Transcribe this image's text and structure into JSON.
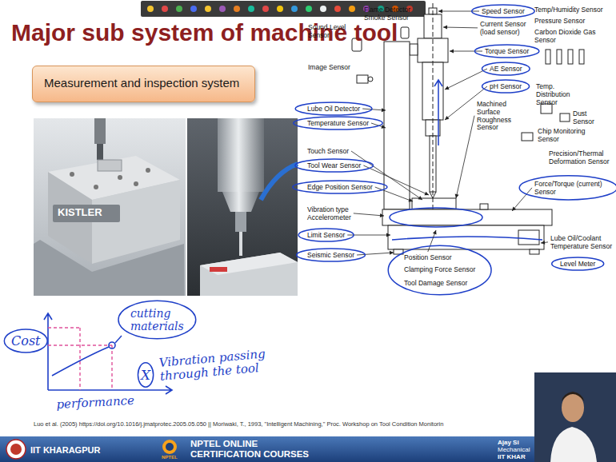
{
  "diagram": {
    "title": "Major sub system of machine tool",
    "nodes": [
      {
        "text": [
          "Measurement and inspection system"
        ]
      }
    ],
    "labels": [
      "Flame Detector Smoke Sensor",
      "Speed Sensor",
      "Temp/Humidity Sensor",
      "Sound Level Sensor",
      "Current Sensor (load sensor)",
      "Pressure Sensor",
      "Carbon Dioxide Gas Sensor",
      "Torque Sensor",
      "Image Sensor",
      "AE Sensor",
      "Temp. Distribution Sensor",
      "Lube Oil Detector",
      "pH Sensor",
      "Temperature Sensor",
      "Dust Sensor",
      "Machined Surface Roughness Sensor",
      "Chip Monitoring Sensor",
      "Touch Sensor",
      "Tool Wear Sensor",
      "Precision/Thermal Deformation Sensor",
      "Edge Position Sensor",
      "Force/Torque (current) Sensor",
      "Vibration type Accelerometer",
      "Limit Sensor",
      "Position Sensor",
      "Clamping Force Sensor",
      "Lube Oil/Coolant Temperature Sensor",
      "Seismic Sensor",
      "Tool Damage Sensor",
      "Level Meter",
      "KISTLER",
      "cutting materials",
      "Cost",
      "X",
      "Vibration passing through the tool",
      "performance",
      "Luo et al. (2005) https://doi.org/10.1016/j.jmatprotec.2005.05.050 || Moriwaki, T., 1993, \"Intelligent Machining,\" Proc. Workshop on Tool Condition Monitorin",
      "IIT KHARAGPUR",
      "NPTEL ONLINE CERTIFICATION COURSES",
      "NPTEL",
      "Ajay Si",
      "Mechanical",
      "IIT KHAR"
    ]
  }
}
